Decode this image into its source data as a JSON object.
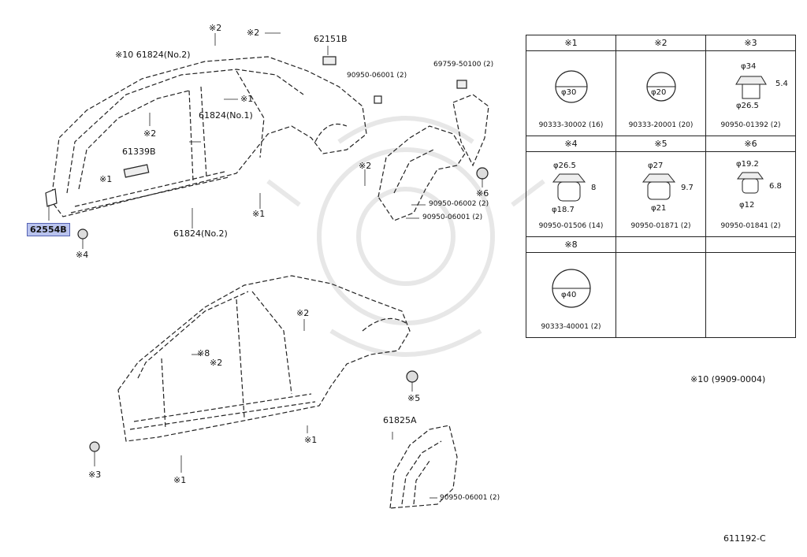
{
  "labels": {
    "p62554b": "62554B",
    "m4_left": "※4",
    "m10_61824": "※10 61824(No.2)",
    "m2_a": "※2",
    "m2_b": "※2",
    "p62151b": "62151B",
    "p90950_06001_a": "90950-06001 (2)",
    "p69759": "69759-50100 (2)",
    "m1_a": "※1",
    "m2_c": "※2",
    "p61824_no1": "61824(No.1)",
    "p61339b": "61339B",
    "m1_b": "※1",
    "m1_c": "※1",
    "p61824_no2": "61824(No.2)",
    "m2_d": "※2",
    "m6": "※6",
    "p90950_06002": "90950-06002 (2)",
    "p90950_06001_b": "90950-06001 (2)",
    "m2_e": "※2",
    "m8": "※8",
    "m2_f": "※2",
    "m5": "※5",
    "m1_d": "※1",
    "p61825a": "61825A",
    "m3": "※3",
    "m1_e": "※1",
    "p90950_06001_c": "90950-06001 (2)",
    "note10": "※10 (9909-0004)",
    "drawing_code": "611192-C"
  },
  "table": {
    "r1": [
      {
        "hdr": "※1",
        "pn": "90333-30002 (16)",
        "dia": "φ30"
      },
      {
        "hdr": "※2",
        "pn": "90333-20001 (20)",
        "dia": "φ20"
      },
      {
        "hdr": "※3",
        "pn": "90950-01392 (2)",
        "d1": "φ34",
        "d2": "φ26.5",
        "h": "5.4"
      }
    ],
    "r2": [
      {
        "hdr": "※4",
        "pn": "90950-01506 (14)",
        "d1": "φ26.5",
        "d2": "φ18.7",
        "h": "8"
      },
      {
        "hdr": "※5",
        "pn": "90950-01871 (2)",
        "d1": "φ27",
        "d2": "φ21",
        "h": "9.7"
      },
      {
        "hdr": "※6",
        "pn": "90950-01841 (2)",
        "d1": "φ19.2",
        "d2": "φ12",
        "h": "6.8"
      }
    ],
    "r3": [
      {
        "hdr": "※8",
        "pn": "90333-40001 (2)",
        "dia": "φ40"
      }
    ]
  }
}
